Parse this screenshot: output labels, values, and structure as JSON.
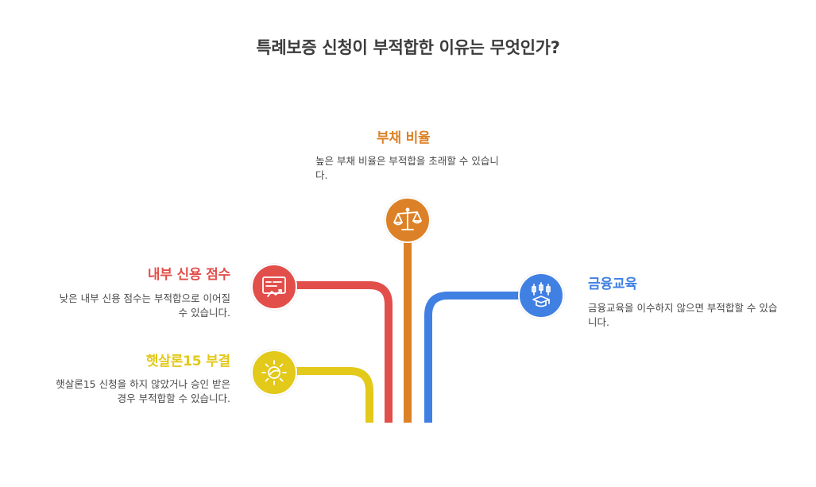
{
  "title": "특례보증 신청이 부적합한 이유는 무엇인가?",
  "colors": {
    "orange": "#DC8127",
    "red": "#E24F4B",
    "yellow": "#E2C91A",
    "blue": "#4180E3",
    "title": "#3c3c3c",
    "text": "#4a4a4a"
  },
  "items": [
    {
      "key": "debt",
      "label": "부채 비율",
      "description": "높은 부채 비율은 부적합을 초래할 수 있습니다.",
      "icon": "balance-scale-icon"
    },
    {
      "key": "credit",
      "label": "내부 신용 점수",
      "description": "낮은 내부 신용 점수는 부적합으로 이어질 수 있습니다.",
      "icon": "credit-certificate-icon"
    },
    {
      "key": "sunshine",
      "label": "햇살론15 부결",
      "description": "햇살론15 신청을 하지 않았거나 승인 받은 경우 부적합할 수 있습니다.",
      "icon": "sun-icon"
    },
    {
      "key": "education",
      "label": "금융교육",
      "description": "금융교육을 이수하지 않으면 부적합할 수 있습니다.",
      "icon": "education-chart-icon"
    }
  ]
}
